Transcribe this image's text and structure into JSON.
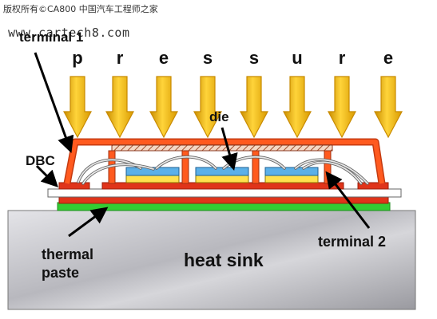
{
  "watermark": {
    "line1": "版权所有©CA800 中国汽车工程师之家",
    "line2": "www.cartech8.com"
  },
  "labels": {
    "terminal1": "terminal 1",
    "die": "die",
    "dbc": "DBC",
    "thermal_paste_line1": "thermal",
    "thermal_paste_line2": "paste",
    "heat_sink": "heat sink",
    "terminal2": "terminal 2"
  },
  "pressure_letters": [
    "p",
    "r",
    "e",
    "s",
    "s",
    "u",
    "r",
    "e"
  ],
  "colors": {
    "arrow_fill": "#f2b400",
    "arrow_stroke": "#c88a00",
    "terminal": "#ff5a1f",
    "terminal_dark": "#c43a10",
    "dbc_copper": "#e0341a",
    "ceramic": "#ffffff",
    "thermal_paste": "#33cc33",
    "heat_sink": "#c8c8cc",
    "die_blue": "#5bb0e8",
    "die_yellow": "#ffe14d",
    "lid_fill": "#f4d7c4"
  }
}
